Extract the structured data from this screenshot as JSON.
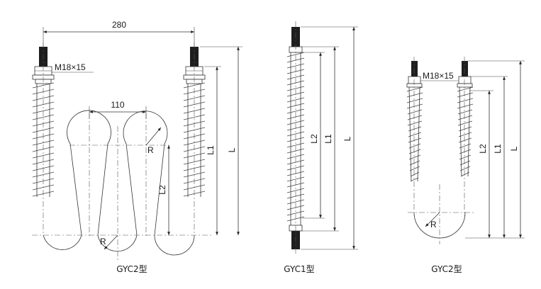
{
  "left_diagram": {
    "dim_width": "280",
    "dim_spacing": "110",
    "thread_label": "M18×15",
    "radius_top": "R",
    "radius_bottom": "R",
    "dim_l2": "L2",
    "dim_l1": "L1",
    "dim_l": "L",
    "caption": "GYC2型"
  },
  "middle_diagram": {
    "dim_l2": "L2",
    "dim_l1": "L1",
    "dim_l": "L",
    "caption": "GYC1型"
  },
  "right_diagram": {
    "thread_label": "M18×15",
    "radius": "R",
    "dim_l2": "L2",
    "dim_l1": "L1",
    "dim_l": "L",
    "caption": "GYC2型"
  }
}
